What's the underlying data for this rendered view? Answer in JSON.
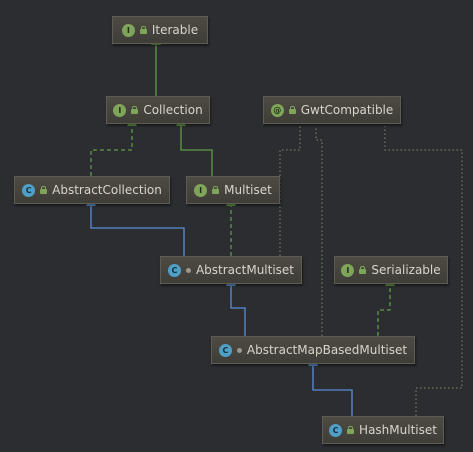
{
  "colors": {
    "background": "#2b2d30",
    "extends_edge": "#5b8fd6",
    "implements_edge": "#5f9b48",
    "annotation_edge": "#7b7765"
  },
  "nodes": {
    "iterable": {
      "label": "Iterable",
      "kind": "interface",
      "icon": "interface-icon",
      "icon_glyph": "I",
      "visibility": "public-lock-icon"
    },
    "collection": {
      "label": "Collection",
      "kind": "interface",
      "icon": "interface-icon",
      "icon_glyph": "I",
      "visibility": "public-lock-icon"
    },
    "gwt_compatible": {
      "label": "GwtCompatible",
      "kind": "annotation",
      "icon": "annotation-icon",
      "icon_glyph": "@",
      "visibility": "public-lock-icon"
    },
    "abstract_collection": {
      "label": "AbstractCollection",
      "kind": "abstract-class",
      "icon": "abstract-class-icon",
      "icon_glyph": "C",
      "visibility": "public-lock-icon"
    },
    "multiset": {
      "label": "Multiset",
      "kind": "interface",
      "icon": "interface-icon",
      "icon_glyph": "I",
      "visibility": "public-lock-icon"
    },
    "abstract_multiset": {
      "label": "AbstractMultiset",
      "kind": "abstract-class",
      "icon": "abstract-class-icon",
      "icon_glyph": "C",
      "visibility": "package-private-dot-icon"
    },
    "serializable": {
      "label": "Serializable",
      "kind": "interface",
      "icon": "interface-icon",
      "icon_glyph": "I",
      "visibility": "public-lock-icon"
    },
    "abstract_map_based_multiset": {
      "label": "AbstractMapBasedMultiset",
      "kind": "abstract-class",
      "icon": "abstract-class-icon",
      "icon_glyph": "C",
      "visibility": "package-private-dot-icon"
    },
    "hash_multiset": {
      "label": "HashMultiset",
      "kind": "class",
      "icon": "class-icon",
      "icon_glyph": "C",
      "visibility": "public-lock-icon"
    }
  },
  "edges": [
    {
      "from": "collection",
      "to": "iterable",
      "type": "extends-interface"
    },
    {
      "from": "abstract_collection",
      "to": "collection",
      "type": "implements"
    },
    {
      "from": "multiset",
      "to": "collection",
      "type": "extends-interface"
    },
    {
      "from": "abstract_multiset",
      "to": "abstract_collection",
      "type": "extends"
    },
    {
      "from": "abstract_multiset",
      "to": "multiset",
      "type": "implements"
    },
    {
      "from": "abstract_map_based_multiset",
      "to": "abstract_multiset",
      "type": "extends"
    },
    {
      "from": "abstract_map_based_multiset",
      "to": "serializable",
      "type": "implements"
    },
    {
      "from": "hash_multiset",
      "to": "abstract_map_based_multiset",
      "type": "extends"
    },
    {
      "from": "abstract_multiset",
      "to": "gwt_compatible",
      "type": "annotated"
    },
    {
      "from": "abstract_map_based_multiset",
      "to": "gwt_compatible",
      "type": "annotated"
    },
    {
      "from": "hash_multiset",
      "to": "gwt_compatible",
      "type": "annotated"
    }
  ]
}
